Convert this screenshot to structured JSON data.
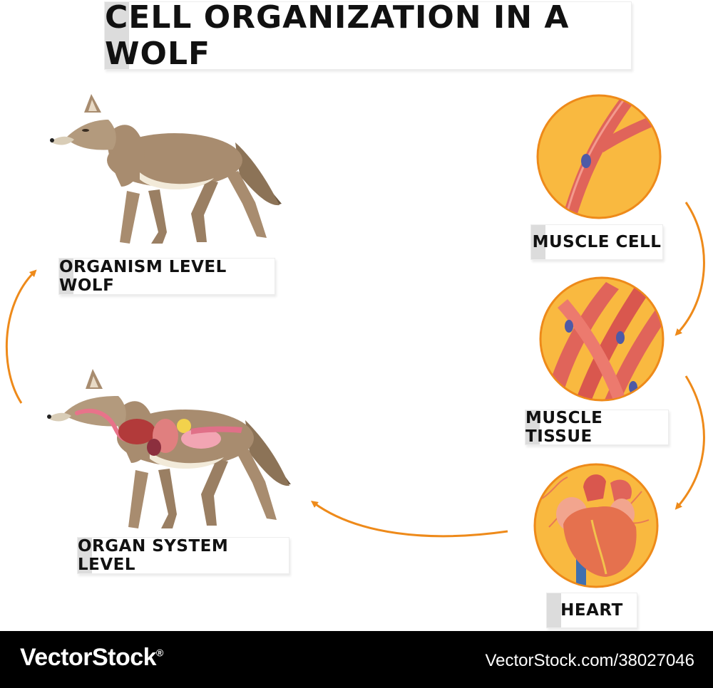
{
  "title": "CELL ORGANIZATION IN A WOLF",
  "labels": {
    "organism": "ORGANISM LEVEL WOLF",
    "organ_system": "ORGAN SYSTEM LEVEL",
    "muscle_cell": "MUSCLE CELL",
    "muscle_tissue": "MUSCLE TISSUE",
    "heart": "HEART"
  },
  "footer": {
    "brand": "VectorStock",
    "brand_mark": "®",
    "image_id": "VectorStock.com/38027046"
  },
  "colors": {
    "arrow": "#ee8a1a",
    "circle_fill": "#f9b940",
    "fur": "#a88c6f",
    "muscle": "#e0645a"
  }
}
